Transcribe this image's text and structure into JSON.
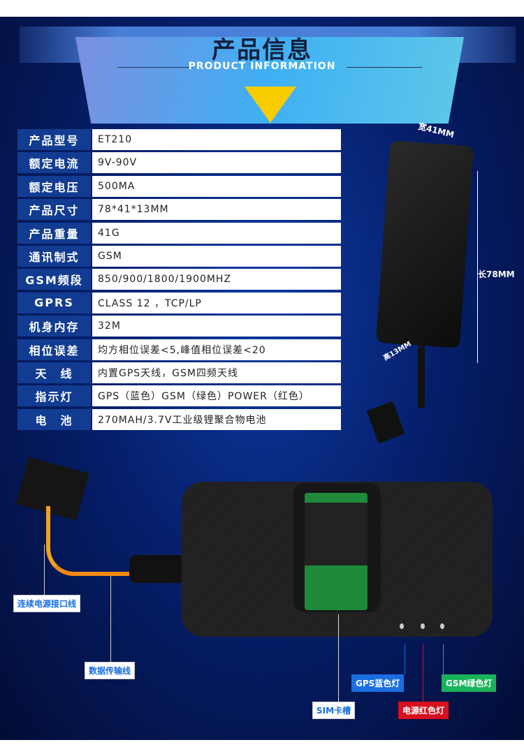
{
  "header": {
    "title": "产品信息",
    "subtitle": "PRODUCT INFORMATION"
  },
  "specs": [
    {
      "label": "产品型号",
      "value": "ET210"
    },
    {
      "label": "额定电流",
      "value": "9V-90V"
    },
    {
      "label": "额定电压",
      "value": "500MA"
    },
    {
      "label": "产品尺寸",
      "value": "78*41*13MM"
    },
    {
      "label": "产品重量",
      "value": "41G"
    },
    {
      "label": "通讯制式",
      "value": "GSM"
    },
    {
      "label": "GSM频段",
      "value": "850/900/1800/1900MHZ"
    },
    {
      "label": "GPRS",
      "value": "CLASS 12 ，TCP/LP"
    },
    {
      "label": "机身内存",
      "value": "32M"
    },
    {
      "label": "相位误差",
      "value": "均方相位误差<5,峰值相位误差<20"
    },
    {
      "label": "天　线",
      "value": "内置GPS天线，GSM四频天线"
    },
    {
      "label": "指示灯",
      "value": "GPS（蓝色）GSM（绿色）POWER（红色）"
    },
    {
      "label": "电　池",
      "value": "270MAH/3.7V工业级锂聚合物电池"
    }
  ],
  "dimensions": {
    "width": "宽41MM",
    "length": "长78MM",
    "height": "高13MM"
  },
  "callouts": {
    "power_cable": "连续电源接口线",
    "data_cable": "数据传输线",
    "gps_led": "GPS蓝色灯",
    "gsm_led": "GSM绿色灯",
    "sim_slot": "SIM卡槽",
    "power_led": "电源红色灯"
  },
  "colors": {
    "gps": "#1a6fe0",
    "gsm": "#19b35a",
    "power": "#d8101e",
    "label_bg": "#123c92",
    "accent": "#f8cc00"
  }
}
